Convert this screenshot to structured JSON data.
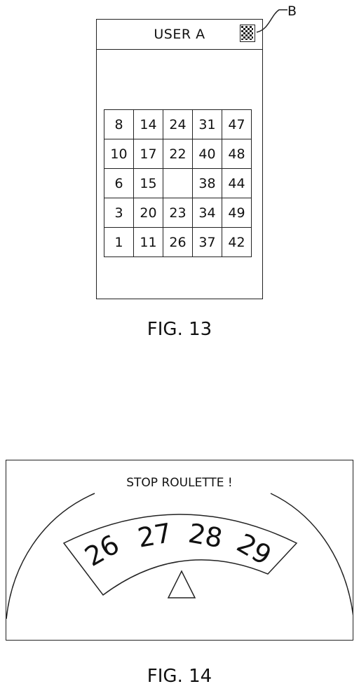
{
  "fig13": {
    "caption": "FIG. 13",
    "header_title": "USER A",
    "callout_label": "B",
    "qr_icon": "qr-code-icon",
    "grid": [
      [
        "8",
        "14",
        "24",
        "31",
        "47"
      ],
      [
        "10",
        "17",
        "22",
        "40",
        "48"
      ],
      [
        "6",
        "15",
        "",
        "38",
        "44"
      ],
      [
        "3",
        "20",
        "23",
        "34",
        "49"
      ],
      [
        "1",
        "11",
        "26",
        "37",
        "42"
      ]
    ]
  },
  "fig14": {
    "caption": "FIG. 14",
    "title": "STOP ROULETTE !",
    "numbers": [
      "26",
      "27",
      "28",
      "29"
    ],
    "pointer_icon": "triangle-pointer-icon"
  }
}
